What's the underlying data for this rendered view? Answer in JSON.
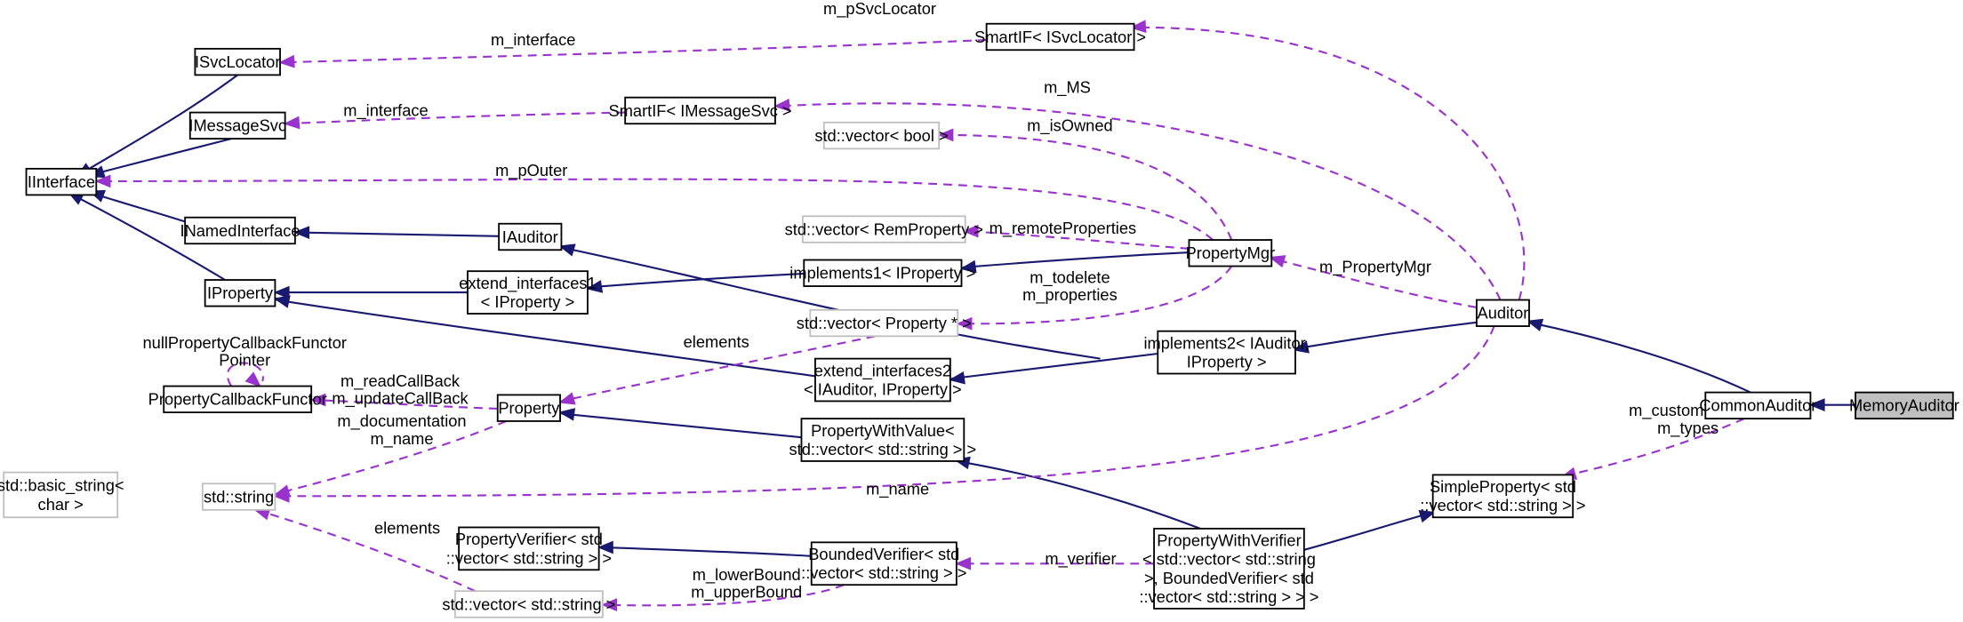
{
  "nodes": {
    "isvclocator": "ISvcLocator",
    "imessagesvc": "IMessageSvc",
    "iinterface": "IInterface",
    "inamedinterface": "INamedInterface",
    "iproperty": "IProperty",
    "propertycallbackfunctor": "PropertyCallbackFunctor",
    "basic_string": [
      "std::basic_string<",
      "char >"
    ],
    "std_string": "std::string",
    "smartif_isvclocator": "SmartIF< ISvcLocator >",
    "smartif_imessagesvc": "SmartIF< IMessageSvc >",
    "vector_bool": "std::vector< bool >",
    "iauditor": "IAuditor",
    "vector_remproperty": "std::vector< RemProperty >",
    "extend_interfaces1": [
      "extend_interfaces1",
      "< IProperty >"
    ],
    "implements1": "implements1< IProperty >",
    "vector_property_ptr": "std::vector< Property * >",
    "extend_interfaces2": [
      "extend_interfaces2",
      "< IAuditor, IProperty >"
    ],
    "property": "Property",
    "propertywithvalue": [
      "PropertyWithValue<",
      "std::vector< std::string > >"
    ],
    "propertyverifier": [
      "PropertyVerifier< std",
      "::vector< std::string > >"
    ],
    "boundedverifier": [
      "BoundedVerifier< std",
      "::vector< std::string > >"
    ],
    "vector_string": "std::vector< std::string >",
    "propertymgr": "PropertyMgr",
    "implements2": [
      "implements2< IAuditor,",
      "IProperty >"
    ],
    "auditor": "Auditor",
    "propertywithverifier": [
      "PropertyWithVerifier",
      "< std::vector< std::string",
      ">, BoundedVerifier< std",
      "::vector< std::string > > >"
    ],
    "simpleproperty": [
      "SimpleProperty< std",
      "::vector< std::string > >"
    ],
    "commonauditor": "CommonAuditor",
    "memoryauditor": "MemoryAuditor"
  },
  "edge_labels": {
    "m_pSvcLocator": "m_pSvcLocator",
    "m_interface_svclocator": "m_interface",
    "m_interface_msgsvc": "m_interface",
    "m_MS": "m_MS",
    "m_isOwned": "m_isOwned",
    "m_pOuter": "m_pOuter",
    "m_remoteProperties": "m_remoteProperties",
    "m_PropertyMgr": "m_PropertyMgr",
    "m_todelete_properties": [
      "m_todelete",
      "m_properties"
    ],
    "elements_property": "elements",
    "nullcallback": [
      "nullPropertyCallbackFunctor",
      "Pointer"
    ],
    "callbacks": [
      "m_readCallBack",
      "m_updateCallBack"
    ],
    "doc_name": [
      "m_documentation",
      "m_name"
    ],
    "m_name_auditor": "m_name",
    "customtypes": [
      "m_customTypes",
      "m_types"
    ],
    "elements_string": "elements",
    "m_verifier": "m_verifier",
    "bounds": [
      "m_lowerBound",
      "m_upperBound"
    ]
  },
  "colors": {
    "inheritance_edge": "#191970",
    "usage_edge": "#9a32cd",
    "grey_border": "#bfbfbf",
    "highlight_fill": "#bfbfbf"
  }
}
